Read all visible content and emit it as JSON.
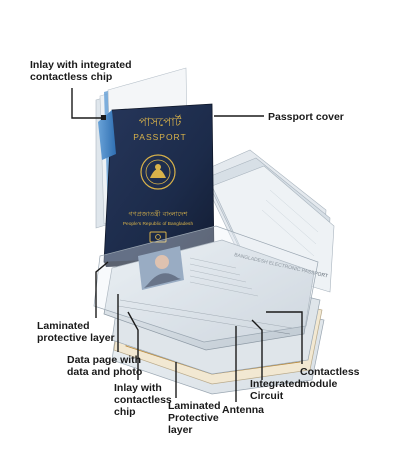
{
  "cover": {
    "title_bangla": "পাসপোর্ট",
    "title_en": "PASSPORT",
    "country_bangla": "গণপ্রজাতন্ত্রী বাংলাদেশ",
    "country_en": "People's Republic of Bangladesh"
  },
  "data_page": {
    "header": "BANGLADESH ELECTRONIC PASSPORT"
  },
  "labels": {
    "inlay_top": "Inlay with integrated\ncontactless chip",
    "passport_cover": "Passport cover",
    "laminated_protective": "Laminated\nprotective layer",
    "data_page": "Data page with\ndata and photo",
    "inlay_bottom": "Inlay with\ncontactless\nchip",
    "laminated_protective_bottom": "Laminated\nProtective\nlayer",
    "antenna": "Antenna",
    "integrated_circuit": "Integrated\nCircuit",
    "contactless_module": "Contactless\nmodule"
  },
  "colors": {
    "cover": "#1c2b4a",
    "gold": "#d8b24a",
    "blue_inner": "#3d7fc1"
  }
}
